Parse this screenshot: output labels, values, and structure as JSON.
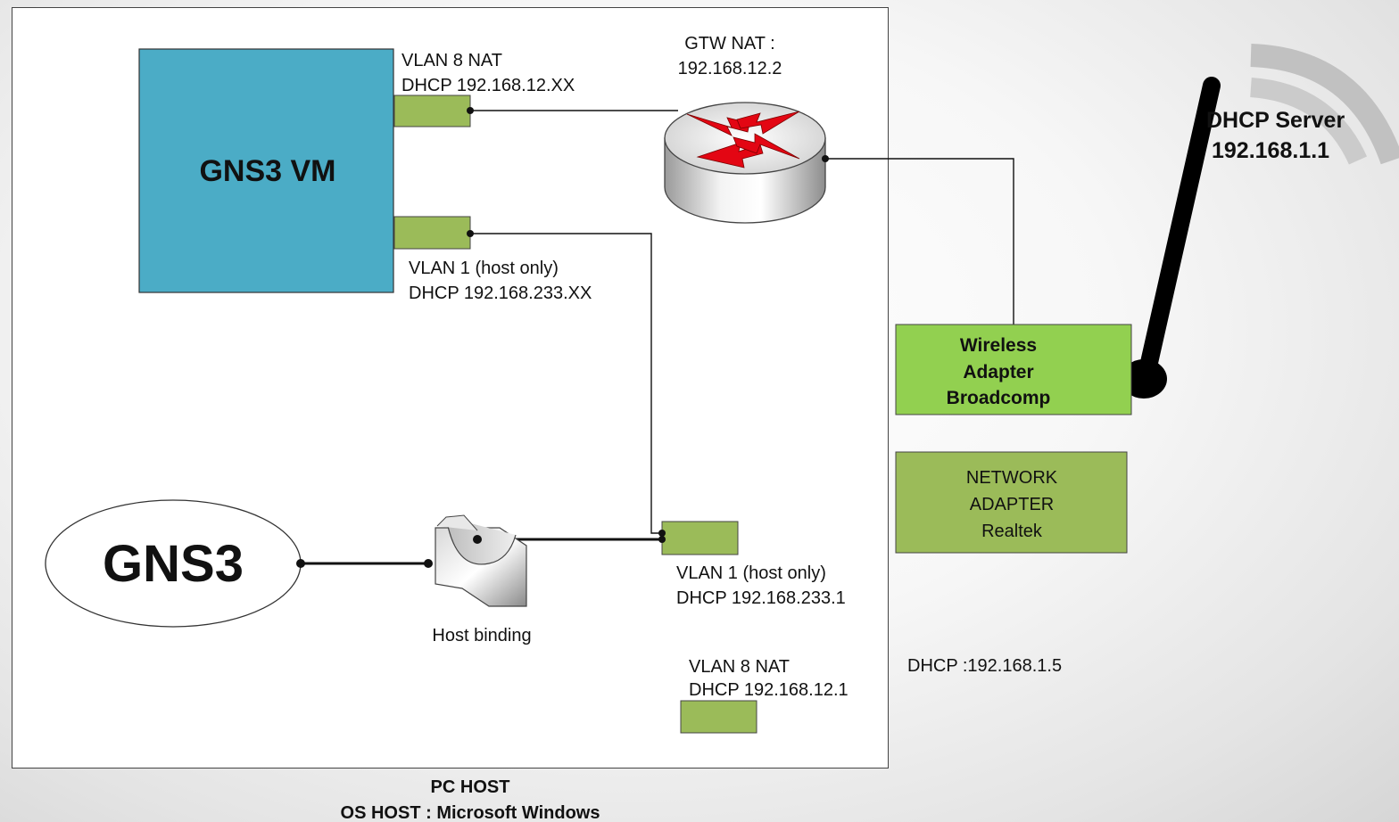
{
  "gns3_vm": {
    "label": "GNS3 VM"
  },
  "gns3_app": {
    "label": "GNS3"
  },
  "vm_port_vlan8": {
    "line1": "VLAN 8 NAT",
    "line2": "DHCP 192.168.12.XX"
  },
  "vm_port_vlan1": {
    "line1": "VLAN 1 (host only)",
    "line2": "DHCP 192.168.233.XX"
  },
  "gateway": {
    "line1": "GTW NAT :",
    "line2": "192.168.12.2"
  },
  "dhcp_server": {
    "line1": "DHCP Server",
    "line2": "192.168.1.1"
  },
  "wireless_adapter": {
    "line1": "Wireless",
    "line2": "Adapter",
    "line3": "Broadcomp",
    "fill": "#92d050"
  },
  "network_adapter": {
    "line1": "NETWORK",
    "line2": "ADAPTER",
    "line3": "Realtek",
    "fill": "#9bbb59"
  },
  "host_binding": {
    "label": "Host binding"
  },
  "host_vlan1": {
    "line1": "VLAN 1 (host only)",
    "line2": "DHCP 192.168.233.1"
  },
  "host_vlan8": {
    "line1": "VLAN 8 NAT",
    "line2": "DHCP 192.168.12.1"
  },
  "wireless_dhcp": {
    "label": "DHCP :192.168.1.5"
  },
  "pc_host": {
    "line1": "PC HOST",
    "line2": "OS HOST : Microsoft Windows"
  },
  "colors": {
    "vm_fill": "#4bacc6",
    "port_fill": "#9bbb59",
    "router_arrows": "#e30613"
  }
}
